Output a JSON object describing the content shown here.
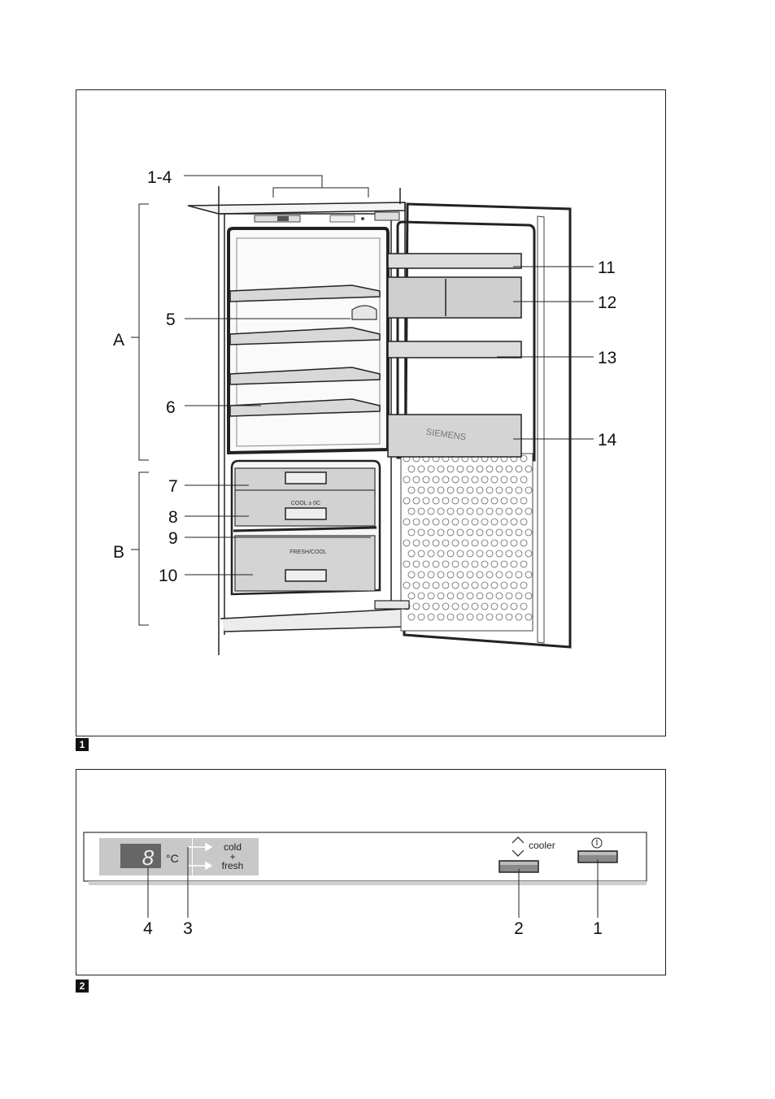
{
  "figure1": {
    "number": "1",
    "callouts": {
      "c1_4": "1-4",
      "c5": "5",
      "c6": "6",
      "c7": "7",
      "c8": "8",
      "c9": "9",
      "c10": "10",
      "c11": "11",
      "c12": "12",
      "c13": "13",
      "c14": "14",
      "zoneA": "A",
      "zoneB": "B"
    },
    "drawer_texts": {
      "cool": "COOL ± 0C",
      "freshcool": "FRESH/COOL"
    },
    "brand": "SIEMENS"
  },
  "figure2": {
    "number": "2",
    "display_digit": "8",
    "unit": "°C",
    "mode_lines": [
      "cold",
      "+",
      "fresh"
    ],
    "cooler_label": "cooler",
    "callouts": {
      "c4": "4",
      "c3": "3",
      "c2": "2",
      "c1": "1"
    }
  }
}
